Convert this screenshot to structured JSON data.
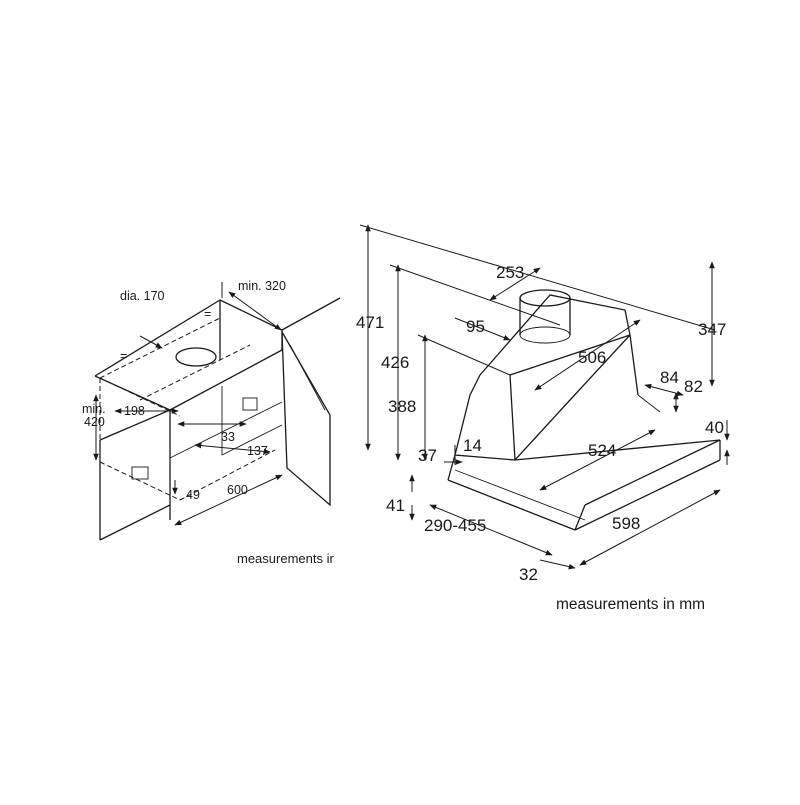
{
  "left_drawing": {
    "labels": {
      "dia": "dia. 170",
      "min320": "min. 320",
      "eq1": "=",
      "eq2": "=",
      "min420_a": "min.",
      "min420_b": "420",
      "d198": "198",
      "d33": "33",
      "d137": "137",
      "d49": "49",
      "d600": "600"
    },
    "caption": "measurements ir"
  },
  "right_drawing": {
    "labels": {
      "d253": "253",
      "d471": "471",
      "d95": "95",
      "d347": "347",
      "d426": "426",
      "d506": "506",
      "d84": "84",
      "d82": "82",
      "d388": "388",
      "d524": "524",
      "d40": "40",
      "d37": "37",
      "d14": "14",
      "d41": "41",
      "d290": "290-455",
      "d598": "598",
      "d32": "32"
    },
    "caption": "measurements in mm"
  }
}
